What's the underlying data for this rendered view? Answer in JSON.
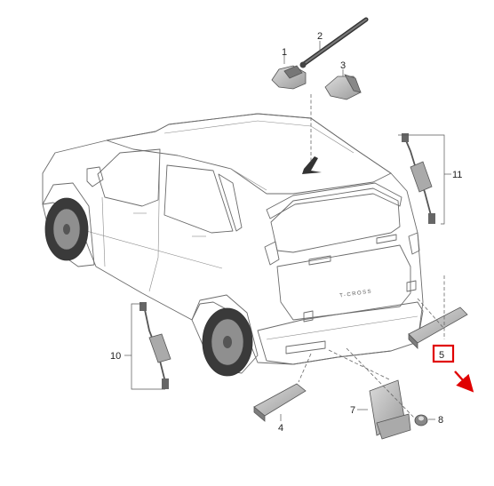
{
  "diagram": {
    "callouts": [
      {
        "id": "1",
        "text": "1"
      },
      {
        "id": "2",
        "text": "2"
      },
      {
        "id": "3",
        "text": "3"
      },
      {
        "id": "4",
        "text": "4"
      },
      {
        "id": "5",
        "text": "5"
      },
      {
        "id": "7",
        "text": "7"
      },
      {
        "id": "8",
        "text": "8"
      },
      {
        "id": "10",
        "text": "10"
      },
      {
        "id": "11",
        "text": "11"
      }
    ],
    "badge_text": "T-CROSS",
    "highlight_color": "#e00000",
    "highlighted_callout": "5"
  }
}
